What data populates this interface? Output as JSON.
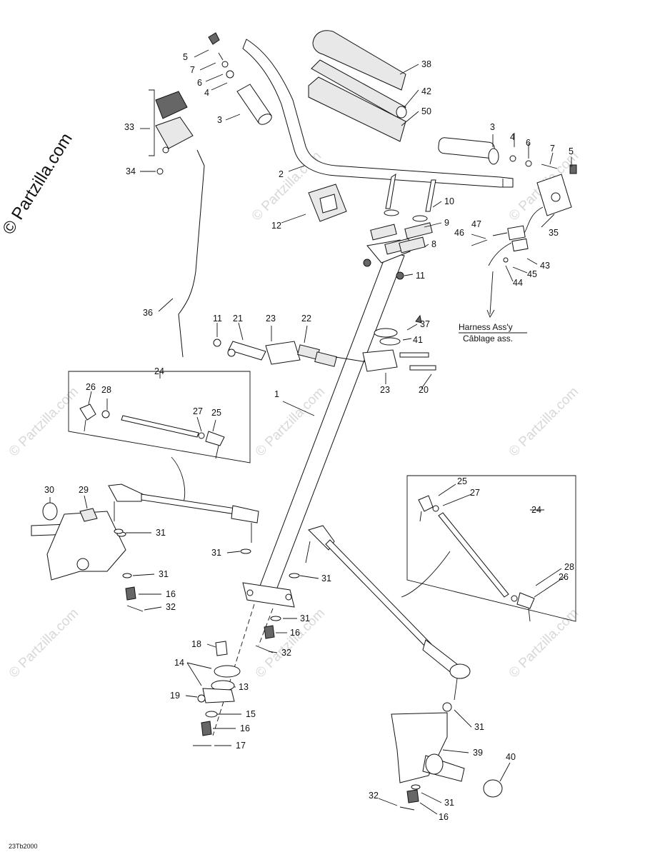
{
  "brand": "© Partzilla.com",
  "watermark_text": "© Partzilla.com",
  "diagram_code": "23Tb2000",
  "harness": {
    "line1": "Harness Ass'y",
    "line2": "Câblage ass."
  },
  "callouts": {
    "c1": "1",
    "c2": "2",
    "c3a": "3",
    "c3b": "3",
    "c4a": "4",
    "c4b": "4",
    "c5a": "5",
    "c5b": "5",
    "c6a": "6",
    "c6b": "6",
    "c7a": "7",
    "c7b": "7",
    "c8": "8",
    "c9": "9",
    "c10": "10",
    "c11a": "11",
    "c11b": "11",
    "c12": "12",
    "c13": "13",
    "c14": "14",
    "c15": "15",
    "c16a": "16",
    "c16b": "16",
    "c16c": "16",
    "c16d": "16",
    "c17": "17",
    "c18": "18",
    "c19": "19",
    "c20": "20",
    "c21": "21",
    "c22": "22",
    "c23a": "23",
    "c23b": "23",
    "c24a": "24",
    "c24b": "24",
    "c25a": "25",
    "c25b": "25",
    "c26a": "26",
    "c26b": "26",
    "c27a": "27",
    "c27b": "27",
    "c28a": "28",
    "c28b": "28",
    "c29": "29",
    "c30": "30",
    "c31a": "31",
    "c31b": "31",
    "c31c": "31",
    "c31d": "31",
    "c31e": "31",
    "c31f": "31",
    "c31g": "31",
    "c32a": "32",
    "c32b": "32",
    "c32c": "32",
    "c33": "33",
    "c34": "34",
    "c35": "35",
    "c36": "36",
    "c37": "37",
    "c38": "38",
    "c39": "39",
    "c40": "40",
    "c41": "41",
    "c42": "42",
    "c43": "43",
    "c44": "44",
    "c45": "45",
    "c46": "46",
    "c47": "47",
    "c50": "50"
  }
}
